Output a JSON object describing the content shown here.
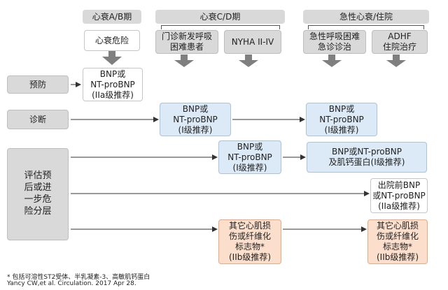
{
  "stages": {
    "ab": {
      "header": "心衰A/B期",
      "sub": [
        "心衰危险"
      ]
    },
    "cd": {
      "header": "心衰C/D期",
      "sub": [
        "门诊新发呼吸\n困难患者",
        "NYHA II-IV"
      ]
    },
    "acute": {
      "header": "急性心衰/住院",
      "sub": [
        "急性呼吸困难\n急诊诊治",
        "ADHF\n住院治疗"
      ]
    }
  },
  "rows": {
    "prevention": "预防",
    "diagnosis": "诊断",
    "risk": "评估预\n后或进\n一步危\n险分层"
  },
  "boxes": {
    "prev_bnp": "BNP或\nNT-proBNP\n(IIa级推荐)",
    "diag_cd": "BNP或\nNT-proBNP\n(I级推荐)",
    "diag_acute": "BNP或\nNT-proBNP\n(I级推荐)",
    "risk_cd": "BNP或\nNT-proBNP\n(I级推荐)",
    "risk_acute": "BNP或NT-proBNP\n及肌钙蛋白(I级推荐)",
    "risk_predischarge": "出院前BNP\n或NT-proBNP\n(IIa级推荐)",
    "risk_other_cd": "其它心肌损\n伤或纤维化\n标志物*\n(IIb级推荐)",
    "risk_other_acute": "其它心肌损\n伤或纤维化\n标志物*\n(IIb级推荐)"
  },
  "footnotes": [
    "* 包括可溶性ST2受体、半乳凝素-3、高敏肌钙蛋白",
    "Yancy CW,et al. Circulation. 2017 Apr 28."
  ]
}
